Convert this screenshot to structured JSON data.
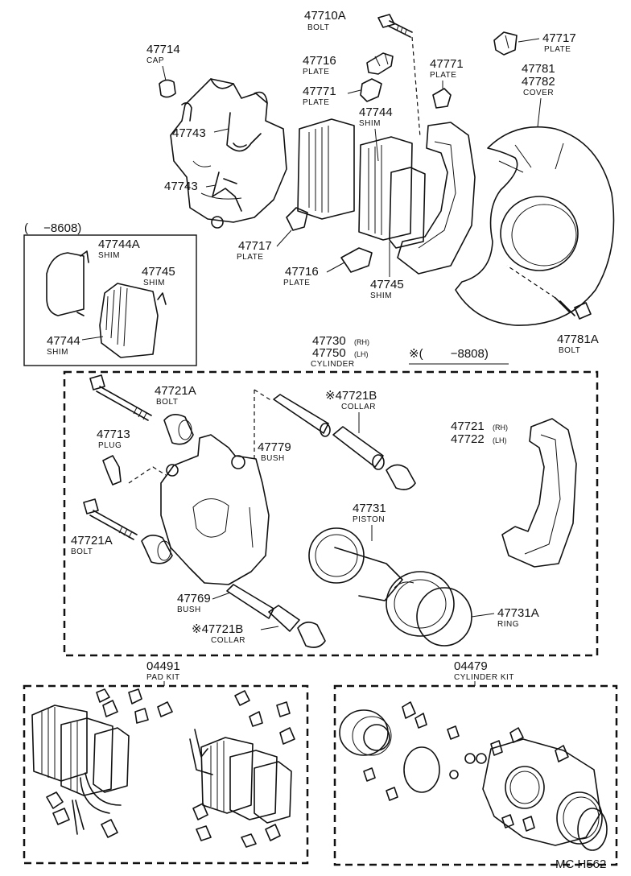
{
  "parts": {
    "p47710a": {
      "num": "47710A",
      "name": "BOLT"
    },
    "p47714": {
      "num": "47714",
      "name": "CAP"
    },
    "p47716a": {
      "num": "47716",
      "name": "PLATE"
    },
    "p47771a": {
      "num": "47771",
      "name": "PLATE"
    },
    "p47771b": {
      "num": "47771",
      "name": "PLATE"
    },
    "p47717a": {
      "num": "47717",
      "name": "PLATE"
    },
    "p47781": {
      "num1": "47781",
      "num2": "47782",
      "name": "COVER"
    },
    "p47743a": {
      "num": "47743"
    },
    "p47743b": {
      "num": "47743"
    },
    "p47744a": {
      "num": "47744",
      "name": "SHIM"
    },
    "p47717b": {
      "num": "47717",
      "name": "PLATE"
    },
    "p47716b": {
      "num": "47716",
      "name": "PLATE"
    },
    "p47745a": {
      "num": "47745",
      "name": "SHIM"
    },
    "p47781a": {
      "num": "47781A",
      "name": "BOLT"
    },
    "p47730": {
      "num1": "47730",
      "tag1": "(RH)",
      "num2": "47750",
      "tag2": "(LH)",
      "name": "CYLINDER"
    },
    "p47721a_top": {
      "num": "47721A",
      "name": "BOLT"
    },
    "p47713": {
      "num": "47713",
      "name": "PLUG"
    },
    "p47779": {
      "num": "47779",
      "name": "BUSH"
    },
    "p47721b_top": {
      "num": "※47721B",
      "name": "COLLAR"
    },
    "p47721": {
      "num1": "47721",
      "tag1": "(RH)",
      "num2": "47722",
      "tag2": "(LH)"
    },
    "p47721a_bot": {
      "num": "47721A",
      "name": "BOLT"
    },
    "p47731": {
      "num": "47731",
      "name": "PISTON"
    },
    "p47769": {
      "num": "47769",
      "name": "BUSH"
    },
    "p47721b_bot": {
      "num": "※47721B",
      "name": "COLLAR"
    },
    "p47731a": {
      "num": "47731A",
      "name": "RING"
    }
  },
  "inset": {
    "range": "(　 −8608)",
    "p47744a_in": {
      "num": "47744A",
      "name": "SHIM"
    },
    "p47745_in": {
      "num": "47745",
      "name": "SHIM"
    },
    "p47744_in": {
      "num": "47744",
      "name": "SHIM"
    }
  },
  "cylinder_note": "※(　　 −8808)",
  "kits": {
    "pad": {
      "num": "04491",
      "name": "PAD KIT"
    },
    "cyl": {
      "num": "04479",
      "name": "CYLINDER KIT"
    }
  },
  "footer": {
    "code": "MC H562"
  }
}
